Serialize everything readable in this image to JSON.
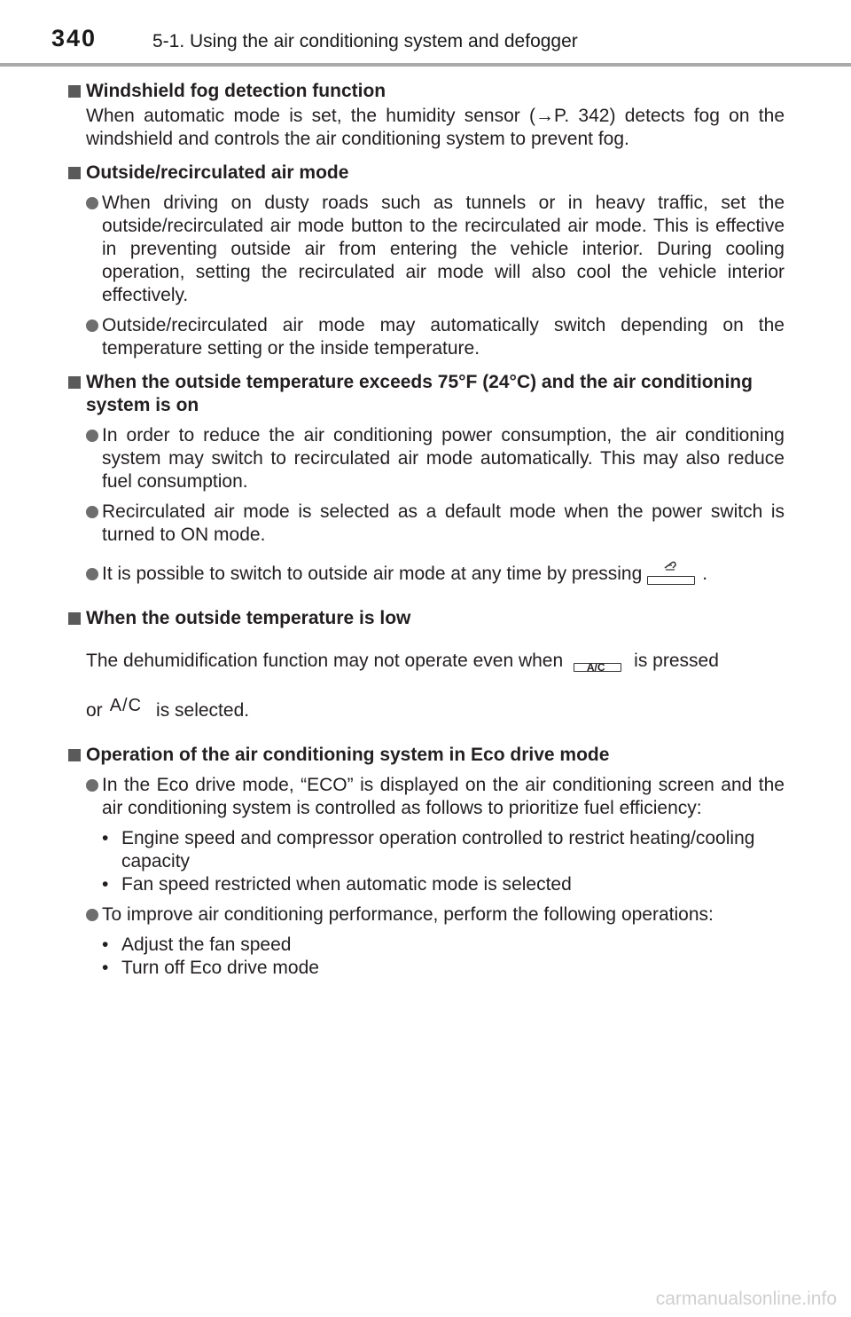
{
  "header": {
    "page_number": "340",
    "chapter_title": "5-1. Using the air conditioning system and defogger"
  },
  "sections": {
    "fog": {
      "title": "Windshield fog detection function",
      "text": "When automatic mode is set, the humidity sensor (→P. 342) detects fog on the windshield and controls the air conditioning system to prevent fog."
    },
    "recirc": {
      "title": "Outside/recirculated air mode",
      "b1": "When driving on dusty roads such as tunnels or in heavy traffic, set the outside/recirculated air mode button to the recirculated air mode. This is effective in preventing outside air from entering the vehicle interior. During cooling operation, setting the recirculated air mode will also cool the vehicle interior effectively.",
      "b2": "Outside/recirculated air mode may automatically switch depending on the temperature setting or the inside temperature."
    },
    "hot": {
      "title": "When the outside temperature exceeds 75°F (24°C) and the air conditioning system is on",
      "b1": "In order to reduce the air conditioning power consumption, the air conditioning system may switch to recirculated air mode automatically. This may also reduce fuel consumption.",
      "b2": "Recirculated air mode is selected as a default mode when the power switch is turned to ON mode.",
      "b3_before": "It is possible to switch to outside air mode at any time by pressing",
      "b3_after": "."
    },
    "low": {
      "title": "When the outside temperature is low",
      "line1_before": "The dehumidification function may not operate even when",
      "ac_button_label": "A/C",
      "line1_after": "is pressed",
      "line2_before": "or",
      "ac_screen_label": "A/C",
      "line2_after": "is selected."
    },
    "eco": {
      "title": "Operation of the air conditioning system in Eco drive mode",
      "b1": "In the Eco drive mode, “ECO” is displayed on the air conditioning screen and the air conditioning system is controlled as follows to prioritize fuel efficiency:",
      "b1_subs": [
        "Engine speed and compressor operation controlled to restrict heating/cooling capacity",
        "Fan speed restricted when automatic mode is selected"
      ],
      "b2": "To improve air conditioning performance, perform the following operations:",
      "b2_subs": [
        "Adjust the fan speed",
        "Turn off Eco drive mode"
      ]
    }
  },
  "icons": {
    "section_marker": "square-bullet-icon",
    "bullet_marker": "circle-bullet-icon",
    "sub_marker": "•",
    "outside_air": "outside-air-button-icon"
  },
  "watermark": "carmanualsonline.info"
}
